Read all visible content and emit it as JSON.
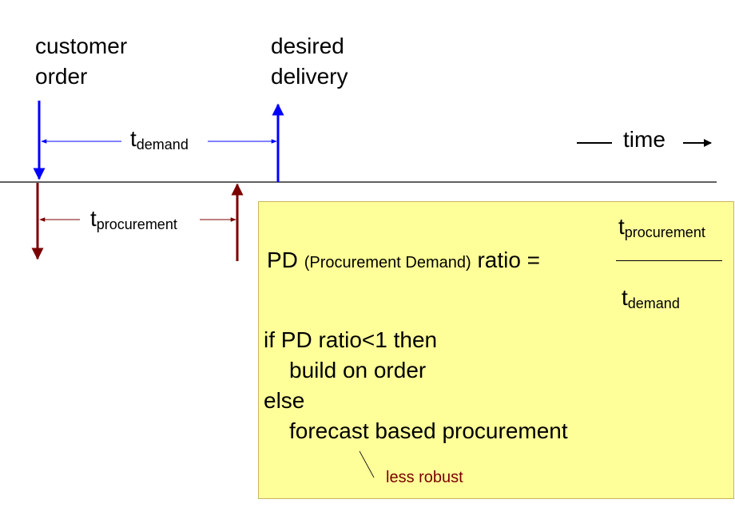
{
  "labels": {
    "customer_order_line1": "customer",
    "customer_order_line2": "order",
    "desired_delivery_line1": "desired",
    "desired_delivery_line2": "delivery",
    "time": "time"
  },
  "intervals": {
    "demand": {
      "base": "t",
      "sub": "demand"
    },
    "procurement": {
      "base": "t",
      "sub": "procurement"
    }
  },
  "formula": {
    "pd": "PD",
    "pd_expansion": "(Procurement Demand)",
    "ratio": "ratio =",
    "numerator": {
      "base": "t",
      "sub": "procurement"
    },
    "denominator": {
      "base": "t",
      "sub": "demand"
    }
  },
  "rule": {
    "line1": "if PD ratio<1 then",
    "line2": "build on order",
    "line3": "else",
    "line4": "forecast based procurement",
    "note": "less robust"
  },
  "colors": {
    "customer_arrow": "#0000ff",
    "procurement_arrow": "#7a0000",
    "box_fill": "#ffff99",
    "note_text": "#7a0000"
  }
}
